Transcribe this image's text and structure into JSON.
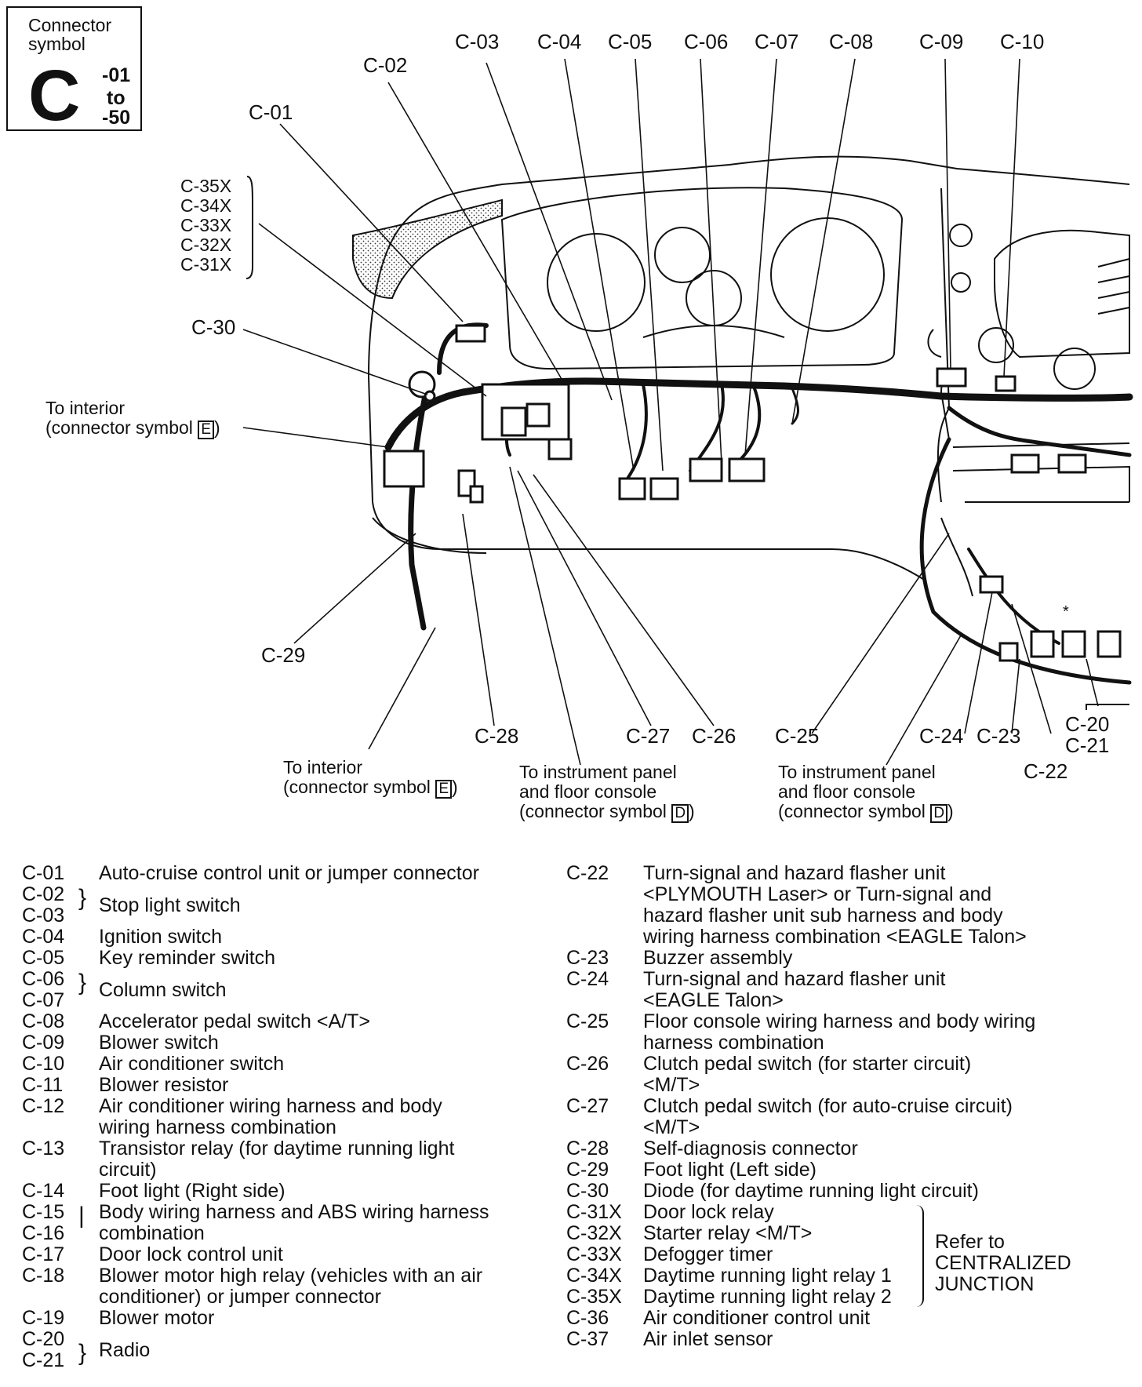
{
  "symbol_box": {
    "caption": "Connector symbol",
    "letter": "C",
    "range_start": "-01",
    "range_mid": "to",
    "range_end": "-50"
  },
  "labels": {
    "c01": "C-01",
    "c02": "C-02",
    "c03": "C-03",
    "c04": "C-04",
    "c05": "C-05",
    "c06": "C-06",
    "c07": "C-07",
    "c08": "C-08",
    "c09": "C-09",
    "c10": "C-10",
    "c20": "C-20",
    "c21": "C-21",
    "c22": "C-22",
    "c23": "C-23",
    "c24": "C-24",
    "c25": "C-25",
    "c26": "C-26",
    "c27": "C-27",
    "c28": "C-28",
    "c29": "C-29",
    "c30": "C-30",
    "c31x": "C-31X",
    "c32x": "C-32X",
    "c33x": "C-33X",
    "c34x": "C-34X",
    "c35x": "C-35X"
  },
  "notes": {
    "to_interior_upper_1": "To interior",
    "to_interior_upper_2": "(connector symbol",
    "to_interior_lower_1": "To interior",
    "to_interior_lower_2": "(connector symbol",
    "symbol_e": "E",
    "ip_left_1": "To instrument panel",
    "ip_left_2": "and floor console",
    "ip_left_3": "(connector symbol",
    "ip_right_1": "To instrument panel",
    "ip_right_2": "and floor console",
    "ip_right_3": "(connector symbol",
    "symbol_d": "D",
    "asterisk": "*"
  },
  "legend_left": [
    {
      "code": "C-01",
      "lines": [
        "Auto-cruise control unit or jumper connector"
      ]
    },
    {
      "code": "C-02",
      "lines": [
        "Stop light switch"
      ]
    },
    {
      "code": "C-03",
      "lines": [
        ""
      ]
    },
    {
      "code": "C-04",
      "lines": [
        "Ignition switch"
      ]
    },
    {
      "code": "C-05",
      "lines": [
        "Key reminder switch"
      ]
    },
    {
      "code": "C-06",
      "lines": [
        "Column switch"
      ]
    },
    {
      "code": "C-07",
      "lines": [
        ""
      ]
    },
    {
      "code": "C-08",
      "lines": [
        "Accelerator pedal switch <A/T>"
      ]
    },
    {
      "code": "C-09",
      "lines": [
        "Blower switch"
      ]
    },
    {
      "code": "C-10",
      "lines": [
        "Air conditioner switch"
      ]
    },
    {
      "code": "C-11",
      "lines": [
        "Blower resistor"
      ]
    },
    {
      "code": "C-12",
      "lines": [
        "Air conditioner wiring harness and body",
        "wiring harness combination"
      ]
    },
    {
      "code": "C-13",
      "lines": [
        "Transistor relay (for daytime running light",
        "circuit)"
      ]
    },
    {
      "code": "C-14",
      "lines": [
        "Foot light (Right side)"
      ]
    },
    {
      "code": "C-15",
      "lines": [
        "Body wiring harness and ABS wiring harness"
      ]
    },
    {
      "code": "C-16",
      "lines": [
        "combination"
      ]
    },
    {
      "code": "C-17",
      "lines": [
        "Door lock control unit"
      ]
    },
    {
      "code": "C-18",
      "lines": [
        "Blower motor high relay (vehicles with an air",
        "conditioner) or jumper connector"
      ]
    },
    {
      "code": "C-19",
      "lines": [
        "Blower motor"
      ]
    },
    {
      "code": "C-20",
      "lines": [
        "Radio"
      ]
    },
    {
      "code": "C-21",
      "lines": [
        ""
      ]
    }
  ],
  "legend_right": [
    {
      "code": "C-22",
      "lines": [
        "Turn-signal and hazard flasher unit",
        "<PLYMOUTH Laser> or Turn-signal and",
        "hazard flasher unit sub harness and body",
        "wiring harness combination <EAGLE Talon>"
      ]
    },
    {
      "code": "C-23",
      "lines": [
        "Buzzer assembly"
      ]
    },
    {
      "code": "C-24",
      "lines": [
        "Turn-signal and hazard flasher unit",
        "<EAGLE Talon>"
      ]
    },
    {
      "code": "C-25",
      "lines": [
        "Floor console wiring harness and body wiring",
        "harness combination"
      ]
    },
    {
      "code": "C-26",
      "lines": [
        "Clutch pedal switch (for starter circuit)",
        "<M/T>"
      ]
    },
    {
      "code": "C-27",
      "lines": [
        "Clutch pedal switch (for auto-cruise circuit)",
        "<M/T>"
      ]
    },
    {
      "code": "C-28",
      "lines": [
        "Self-diagnosis connector"
      ]
    },
    {
      "code": "C-29",
      "lines": [
        "Foot light (Left side)"
      ]
    },
    {
      "code": "C-30",
      "lines": [
        "Diode (for daytime running light circuit)"
      ]
    },
    {
      "code": "C-31X",
      "lines": [
        "Door lock relay"
      ]
    },
    {
      "code": "C-32X",
      "lines": [
        "Starter relay <M/T>"
      ]
    },
    {
      "code": "C-33X",
      "lines": [
        "Defogger timer"
      ]
    },
    {
      "code": "C-34X",
      "lines": [
        "Daytime running light relay 1"
      ]
    },
    {
      "code": "C-35X",
      "lines": [
        "Daytime running light relay 2"
      ]
    },
    {
      "code": "C-36",
      "lines": [
        "Air conditioner control unit"
      ]
    },
    {
      "code": "C-37",
      "lines": [
        "Air inlet sensor"
      ]
    }
  ],
  "refer_note": [
    "Refer to",
    "CENTRALIZED",
    "JUNCTION"
  ]
}
